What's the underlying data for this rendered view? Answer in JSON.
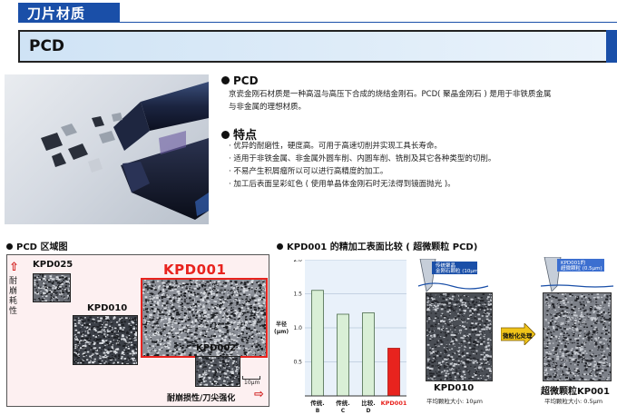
{
  "header": {
    "tab": "刀片材质",
    "title": "PCD"
  },
  "intro": {
    "title": "PCD",
    "line1": "京瓷金刚石材质是一种高温与高压下合成的烧结金刚石。PCD( 聚晶金刚石 ) 是用于非铁质金属",
    "line2": "与非金属的理想材质。"
  },
  "features": {
    "title": "特点",
    "items": [
      "· 优异的耐磨性，硬度高。可用于高速切削并实现工具长寿命。",
      "· 适用于非铁金属、非金属外圆车削、内圆车削、铣削及其它各种类型的切削。",
      "· 不易产生积屑瘤所以可以进行高精度的加工。",
      "· 加工后表面呈彩虹色 ( 使用单晶体金刚石时无法得到镜面抛光 )。"
    ]
  },
  "area": {
    "title": "PCD 区域图",
    "y_arrow": "⇧",
    "y_label": [
      "耐",
      "崩",
      "耗",
      "性"
    ],
    "x_label": "耐崩损性/刀尖强化",
    "x_arrow": "⇨",
    "grades": [
      "KPD025",
      "KPD010",
      "KPD001",
      "KPD002"
    ],
    "scale": "10μm"
  },
  "compare": {
    "title": "KPD001 的精加工表面比较 ( 超微颗粒 PCD)",
    "ylabel": [
      "半径",
      "(μm)"
    ],
    "ticks": [
      "2.0",
      "1.5",
      "1.0",
      "0.5"
    ],
    "colors": {
      "bar": "#d9efd6",
      "highlight": "#e8231e"
    },
    "cat_labels": [
      [
        "传统.",
        "B"
      ],
      [
        "传统.",
        "C"
      ],
      [
        "比较.",
        "D"
      ],
      [
        "KPD001",
        ""
      ]
    ],
    "left_callout": [
      "传统聚晶",
      "金刚石颗粒 (10μm)"
    ],
    "right_callout": [
      "KPD001的",
      "超微颗粒 (0.5μm)"
    ],
    "arrow_label": "微粉化处理",
    "left_name": "KPD010",
    "left_sub": "平均颗粒大小: 10μm",
    "right_name": "超微颗粒KP001",
    "right_sub": "平均颗粒大小: 0.5μm"
  },
  "chart_data": {
    "type": "bar",
    "title": "KPD001 的精加工表面比较 ( 超微颗粒 PCD)",
    "categories": [
      "传统. B",
      "传统. C",
      "比较. D",
      "KPD001"
    ],
    "values": [
      1.55,
      1.2,
      1.22,
      0.7
    ],
    "xlabel": "",
    "ylabel": "半径 (μm)",
    "ylim": [
      0,
      2.0
    ],
    "grid": true
  }
}
